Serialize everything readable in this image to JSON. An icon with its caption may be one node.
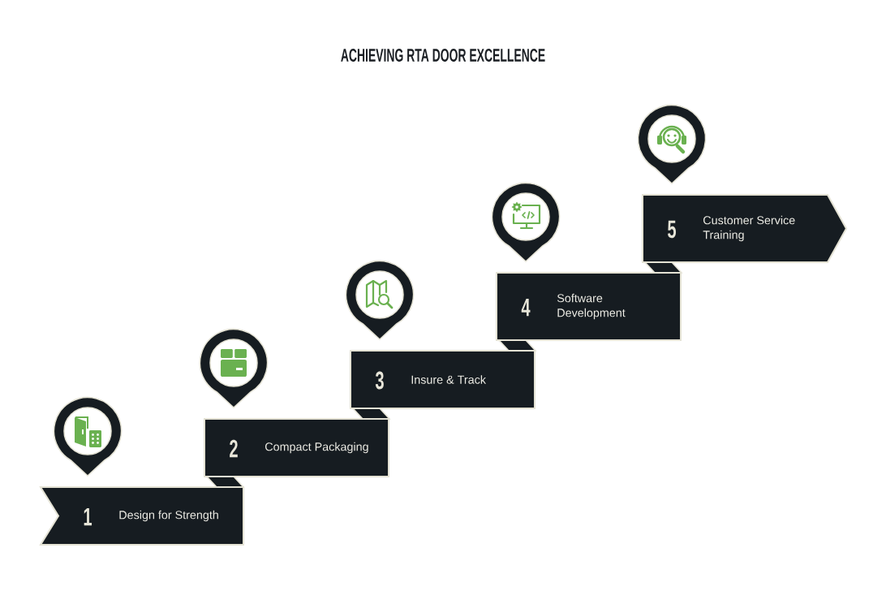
{
  "diagram": {
    "title": "ACHIEVING RTA DOOR EXCELLENCE",
    "nodes": [
      {
        "text": [
          "1",
          "Design for Strength"
        ]
      },
      {
        "text": [
          "2",
          "Compact Packaging"
        ]
      },
      {
        "text": [
          "3",
          "Insure & Track"
        ]
      },
      {
        "text": [
          "4",
          "Software Development"
        ]
      },
      {
        "text": [
          "5",
          "Customer Service Training"
        ]
      }
    ]
  }
}
